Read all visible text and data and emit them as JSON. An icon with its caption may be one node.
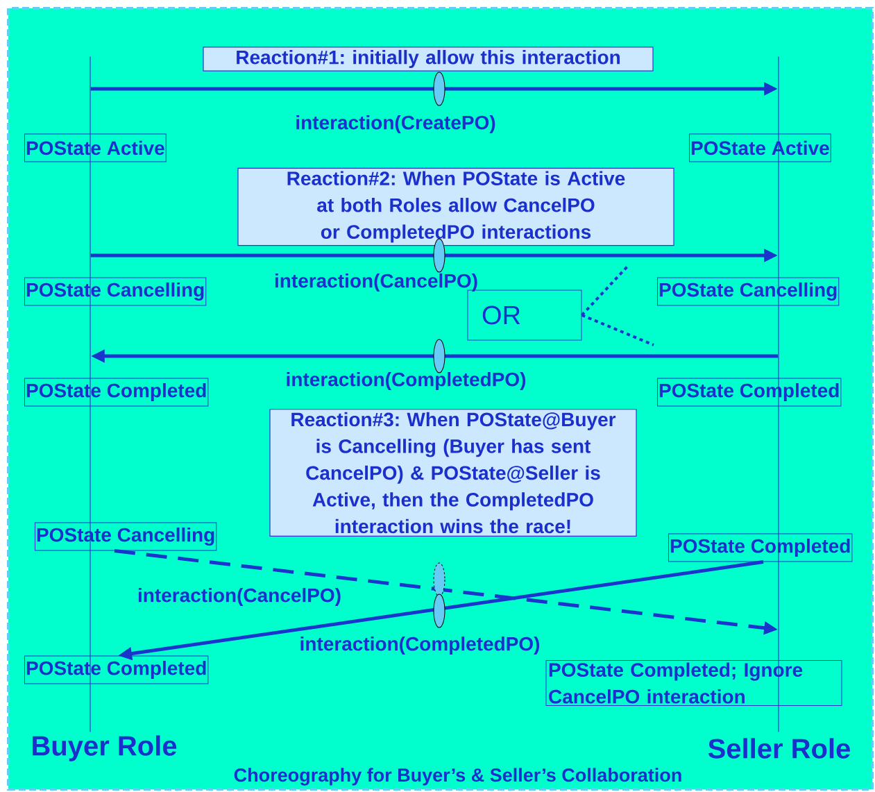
{
  "diagram": {
    "caption": "Choreography for Buyer’s & Seller’s Collaboration",
    "nodes": [
      {
        "text": [],
        "shape": "bar"
      },
      {
        "text": [],
        "shape": "bar"
      },
      {
        "text": [
          "Reaction#1: initially allow this interaction"
        ]
      },
      {
        "text": [
          "POState Active"
        ]
      },
      {
        "text": [
          "POState Active"
        ]
      },
      {
        "text": [
          "Reaction#2: When POState is Active at both Roles allow CancelPO or CompletedPO interactions"
        ]
      },
      {
        "text": [
          "POState Cancelling"
        ]
      },
      {
        "text": [
          "POState Cancelling"
        ]
      },
      {
        "text": [
          "OR"
        ]
      },
      {
        "text": [
          "POState Completed"
        ]
      },
      {
        "text": [
          "POState Completed"
        ]
      },
      {
        "text": [
          "Reaction#3: When POState@Buyer is Cancelling (Buyer has sent CancelPO) & POState@Seller is Active, then the CompletedPO interaction wins the race!"
        ]
      },
      {
        "text": [
          "POState Cancelling"
        ]
      },
      {
        "text": [
          "POState Completed"
        ]
      },
      {
        "text": [
          "POState Completed"
        ]
      },
      {
        "text": [
          "POState Completed; Ignore CancelPO interaction"
        ]
      }
    ],
    "edges": [
      {
        "from": 0,
        "to": 1,
        "arrow": "to",
        "label": "interaction(CreatePO)"
      },
      {
        "from": 0,
        "to": 1,
        "arrow": "to",
        "label": "interaction(CancelPO)"
      },
      {
        "from": 1,
        "to": 0,
        "arrow": "to",
        "label": "interaction(CompletedPO)"
      },
      {
        "from": 12,
        "to": 1,
        "arrow": "to",
        "label": "interaction(CancelPO)",
        "style": "dashed"
      },
      {
        "from": 13,
        "to": 14,
        "arrow": "to",
        "label": "interaction(CompletedPO)"
      },
      {
        "from": 8,
        "to": null,
        "arrow": "none",
        "style": "dashed"
      },
      {
        "from": 8,
        "to": null,
        "arrow": "none",
        "style": "dashed"
      }
    ],
    "labels": [
      "Buyer Role",
      "Seller Role"
    ]
  }
}
